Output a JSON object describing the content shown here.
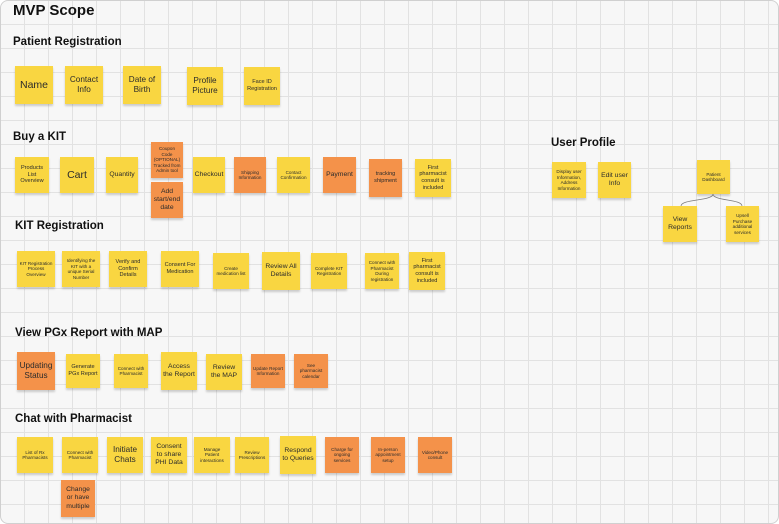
{
  "title": "MVP Scope",
  "sections": {
    "patient_registration": "Patient Registration",
    "buy_kit": "Buy a KIT",
    "kit_registration": "KIT Registration",
    "view_pgx": "View PGx Report with MAP",
    "chat": "Chat with Pharmacist",
    "user_profile": "User Profile"
  },
  "notes": {
    "pr_name": "Name",
    "pr_contact": "Contact Info",
    "pr_dob": "Date of Birth",
    "pr_picture": "Profile Picture",
    "pr_faceid": "Face ID Registration",
    "bk_products": "Products List Overview",
    "bk_cart": "Cart",
    "bk_quantity": "Quantity",
    "bk_coupon": "Coupon Code (OPTIONAL) Tracked from Admin tool",
    "bk_add_date": "Add start/end date",
    "bk_checkout": "Checkout",
    "bk_shipping": "Shipping Information",
    "bk_contact_conf": "Contact Confirmation",
    "bk_payment": "Payment",
    "bk_tracking": "tracking shipment",
    "bk_first_consult": "First pharmacist consult is included",
    "kr_overview": "KIT Registration Process Overview",
    "kr_identify": "Identifying the KIT with a unique Serial Number",
    "kr_verify": "Verify and Confirm Details",
    "kr_consent": "Consent For Medication",
    "kr_medlist": "Create medication list",
    "kr_review": "Review All Details",
    "kr_complete": "Complete KIT Registration",
    "kr_connect": "Connect with Pharmacist During registration",
    "kr_first_consult": "First pharmacist consult is included",
    "vp_updating": "Updating Status",
    "vp_generate": "Generate PGx Report",
    "vp_connect": "Connect with Pharmacist",
    "vp_access": "Access the Report",
    "vp_review_map": "Review the MAP",
    "vp_update_report": "Update Report Information",
    "vp_calendar": "See pharmacist calendar",
    "ch_list": "List of Rx Pharmacists",
    "ch_connect": "Connect with Pharmacist",
    "ch_initiate": "Initiate Chats",
    "ch_consent": "Consent to share PHI Data",
    "ch_manage": "Manage Patient interactions",
    "ch_review_rx": "Review Prescriptions",
    "ch_respond": "Respond to Queries",
    "ch_charge": "Charge for ongoing services",
    "ch_inperson": "In-person appointment setup",
    "ch_video": "Video/Phone consult",
    "ch_change": "Change or have multiple",
    "up_display": "Display user Information, Address Information",
    "up_edit": "Edit user Info",
    "up_dashboard": "Patient Dashboard",
    "up_view_reports": "View Reports",
    "up_upsell": "Upsell Purchase additional services"
  },
  "colors": {
    "yellow": "#f9d641",
    "orange": "#f4924a",
    "background": "#f7f7f7"
  }
}
